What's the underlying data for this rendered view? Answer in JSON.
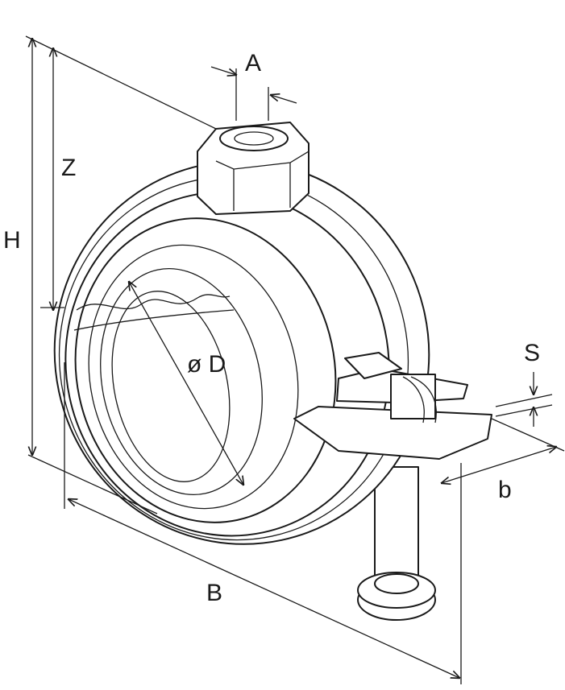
{
  "labels": {
    "A": "A",
    "Z": "Z",
    "H": "H",
    "D": "ø D",
    "S": "S",
    "b": "b",
    "B": "B"
  },
  "colors": {
    "line": "#1a1a1a",
    "background": "#ffffff"
  }
}
